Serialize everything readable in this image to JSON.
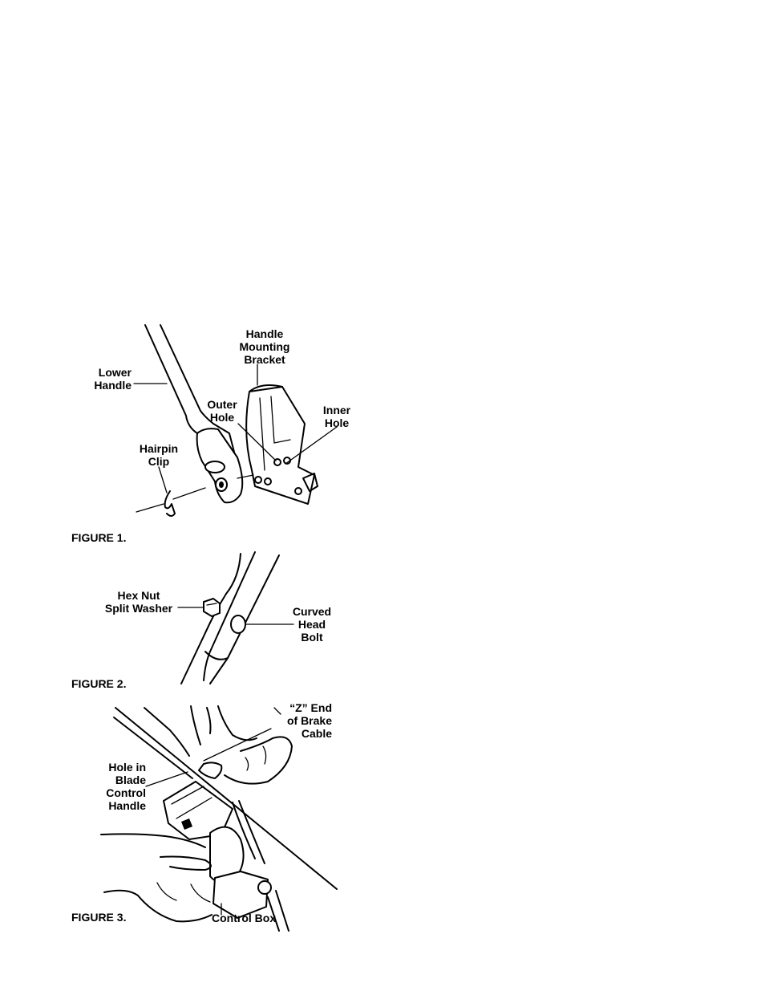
{
  "figure1": {
    "caption": "FIGURE 1.",
    "labels": {
      "bracket_l1": "Handle",
      "bracket_l2": "Mounting",
      "bracket_l3": "Bracket",
      "lower_l1": "Lower",
      "lower_l2": "Handle",
      "outer_l1": "Outer",
      "outer_l2": "Hole",
      "inner_l1": "Inner",
      "inner_l2": "Hole",
      "hairpin_l1": "Hairpin",
      "hairpin_l2": "Clip"
    }
  },
  "figure2": {
    "caption": "FIGURE 2.",
    "labels": {
      "hex_l1": "Hex Nut",
      "hex_l2": "Split Washer",
      "curved_l1": "Curved",
      "curved_l2": "Head",
      "curved_l3": "Bolt"
    }
  },
  "figure3": {
    "caption": "FIGURE 3.",
    "labels": {
      "z_l1": "“Z” End",
      "z_l2": "of Brake",
      "z_l3": "Cable",
      "hole_l1": "Hole in",
      "hole_l2": "Blade",
      "hole_l3": "Control",
      "hole_l4": "Handle",
      "control_box": "Control Box"
    }
  }
}
